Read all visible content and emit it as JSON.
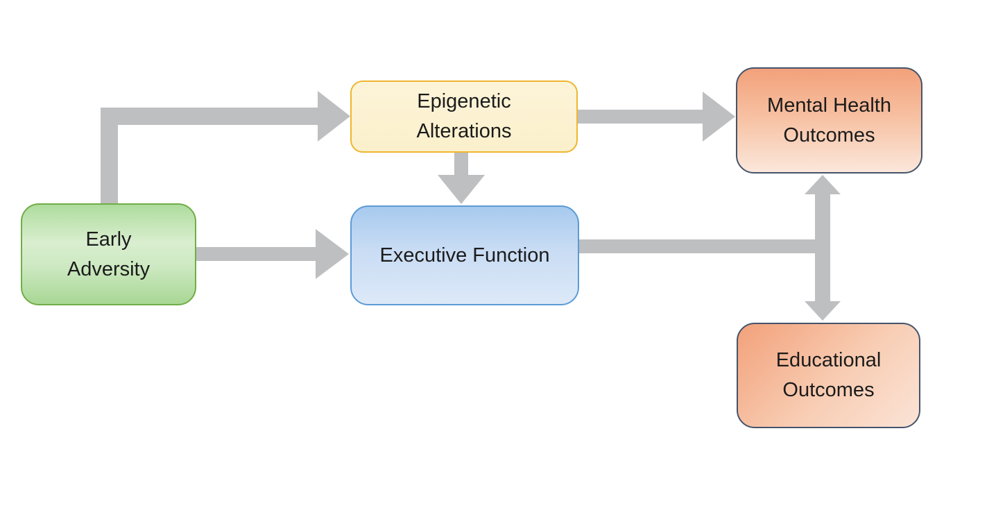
{
  "diagram": {
    "background": "#ffffff",
    "nodes": [
      {
        "id": "early-adversity",
        "label": "Early\nAdversity",
        "fill_top": "#aedc9d",
        "fill_bottom": "#a8d794",
        "border": "#70ad47"
      },
      {
        "id": "epigenetic-alterations",
        "label": "Epigenetic\nAlterations",
        "fill_top": "#fdf4d9",
        "fill_bottom": "#fbf0cb",
        "border": "#eeb62f"
      },
      {
        "id": "executive-function",
        "label": "Executive Function",
        "fill_top": "#a7caee",
        "fill_bottom": "#dce9f8",
        "border": "#5b9bd5"
      },
      {
        "id": "mental-health-outcomes",
        "label": "Mental Health\nOutcomes",
        "fill_top": "#f2a17a",
        "fill_bottom": "#fbe7db",
        "border": "#44546a"
      },
      {
        "id": "educational-outcomes",
        "label": "Educational\nOutcomes",
        "fill_top": "#f2a17a",
        "fill_bottom": "#fbe3d6",
        "border": "#44546a"
      }
    ],
    "edges": [
      {
        "from": "Early Adversity",
        "to": "Epigenetic Alterations",
        "style": "elbow",
        "arrowheads": "one-way"
      },
      {
        "from": "Early Adversity",
        "to": "Executive Function",
        "style": "straight",
        "arrowheads": "one-way"
      },
      {
        "from": "Epigenetic Alterations",
        "to": "Executive Function",
        "style": "straight",
        "arrowheads": "one-way"
      },
      {
        "from": "Epigenetic Alterations",
        "to": "Mental Health Outcomes",
        "style": "straight",
        "arrowheads": "one-way"
      },
      {
        "from": "Executive Function",
        "to": "Mental Health Outcomes and Educational Outcomes junction",
        "style": "straight-line",
        "arrowheads": "none"
      },
      {
        "from": "Mental Health Outcomes",
        "to": "Educational Outcomes",
        "style": "straight",
        "arrowheads": "two-way"
      }
    ],
    "colors": {
      "arrow": "#bebfc1",
      "text": "#1b1b1b"
    }
  }
}
